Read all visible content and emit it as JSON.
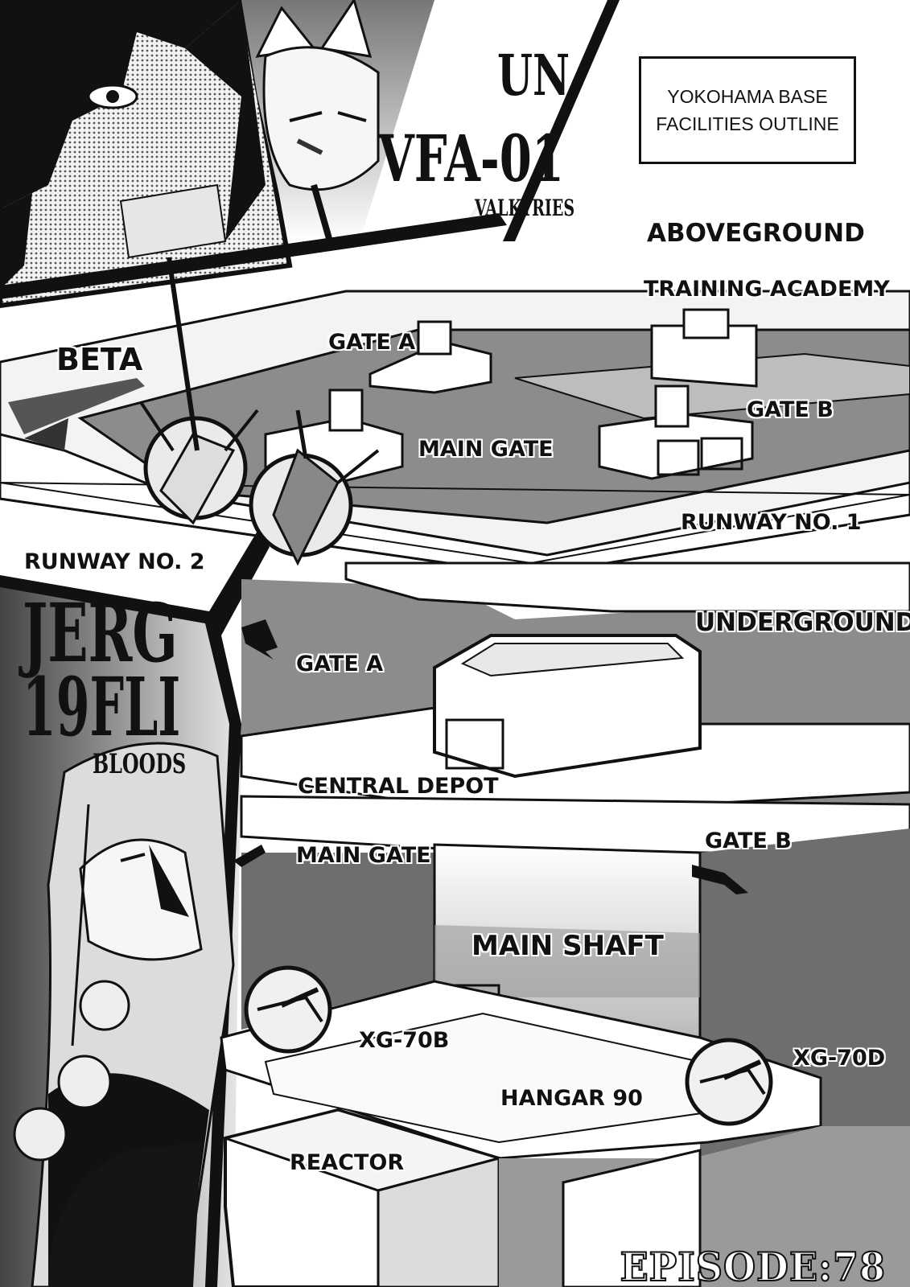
{
  "header": {
    "box_line1": "YOKOHAMA BASE",
    "box_line2": "FACILITIES OUTLINE",
    "valkyries_line1": "UN",
    "valkyries_line2": "VFA-01",
    "valkyries_line3": "VALKYRIES"
  },
  "bloods": {
    "line1": "JERG",
    "line2": "19FLI",
    "line3": "BLOODS"
  },
  "aboveground": {
    "section": "ABOVEGROUND",
    "training_academy": "TRAINING ACADEMY",
    "gate_a": "GATE A",
    "gate_b": "GATE B",
    "main_gate": "MAIN GATE",
    "runway_1": "RUNWAY NO. 1",
    "runway_2": "RUNWAY NO. 2",
    "beta": "BETA"
  },
  "underground": {
    "section": "UNDERGROUND",
    "gate_a": "GATE A",
    "central_depot": "CENTRAL DEPOT",
    "main_gate": "MAIN GATE",
    "gate_b": "GATE B",
    "main_shaft": "MAIN SHAFT",
    "xg70b": "XG-70B",
    "xg70d": "XG-70D",
    "hangar": "HANGAR 90",
    "reactor": "REACTOR"
  },
  "footer": {
    "episode": "EPISODE:78"
  },
  "colors": {
    "ink": "#111111",
    "tone_dark": "#6e6e6e",
    "tone_mid": "#9a9a9a",
    "tone_light": "#d4d4d4",
    "paper": "#ffffff"
  }
}
